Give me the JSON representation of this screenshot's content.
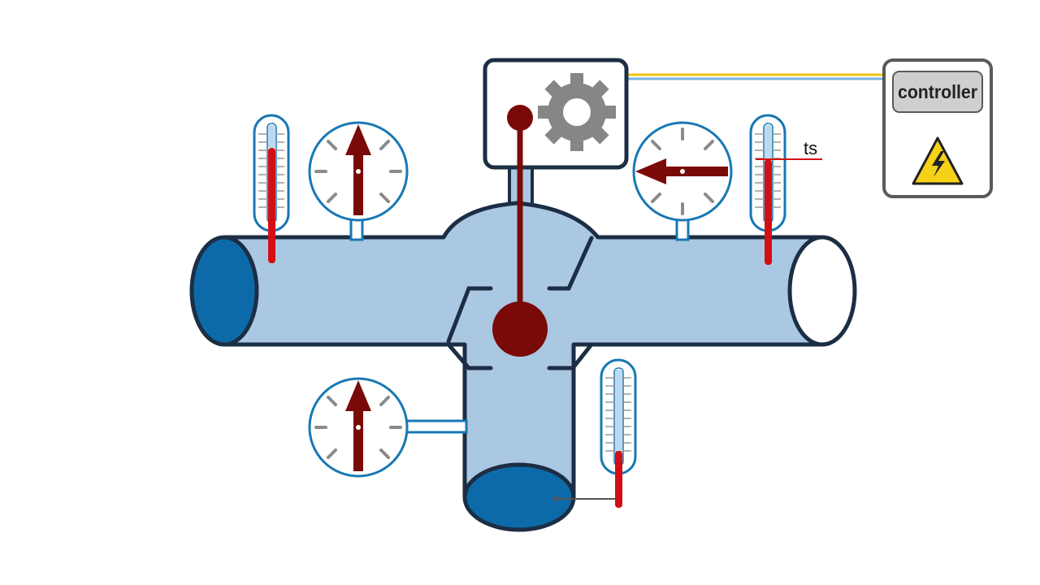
{
  "labels": {
    "sensor": "ts",
    "controller": "controller"
  },
  "colors": {
    "pipe_fill": "#aac8e2",
    "pipe_outline": "#1c2e44",
    "pipe_end_dark": "#0d6aa8",
    "valve_red": "#7a0a08",
    "thermo_red": "#d40f14",
    "gauge_blue": "#1878b4",
    "gear_gray": "#868686",
    "wire_yellow": "#f1c40f",
    "wire_blue": "#74b5e3",
    "warning_yellow": "#f5d218"
  },
  "icons": {
    "actuator": "gear-icon",
    "controller_warning": "high-voltage-warning-icon"
  },
  "components": {
    "thermometers": 3,
    "pressure_gauges": 3
  }
}
